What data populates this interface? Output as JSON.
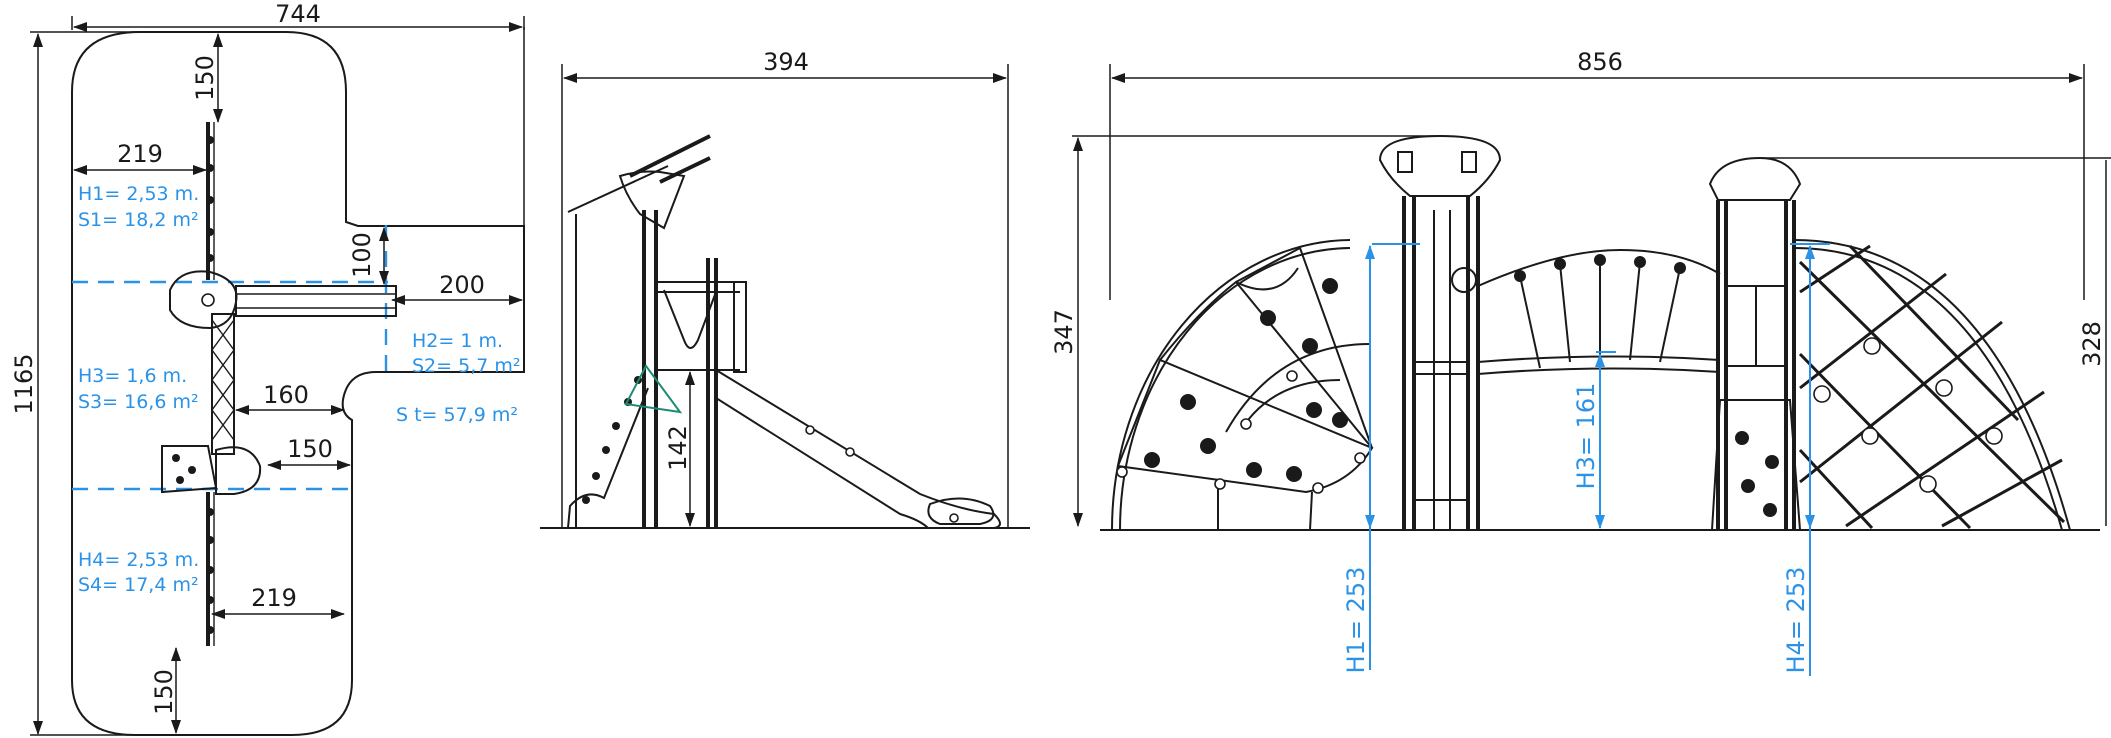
{
  "plan_view": {
    "width_dim": "744",
    "height_dim": "1165",
    "dim_top_150": "150",
    "dim_219_top": "219",
    "dim_100": "100",
    "dim_200": "200",
    "dim_160": "160",
    "dim_150_mid": "150",
    "dim_219_bottom": "219",
    "dim_bottom_150": "150",
    "zones": {
      "h1": "H1= 2,53 m.",
      "s1": "S1= 18,2 m²",
      "h2": "H2= 1 m.",
      "s2": "S2= 5,7 m²",
      "h3": "H3= 1,6 m.",
      "s3": "S3= 16,6 m²",
      "h4": "H4= 2,53 m.",
      "s4": "S4= 17,4 m²",
      "st": "S t= 57,9 m²"
    }
  },
  "side_view": {
    "width_dim": "394",
    "dim_142": "142"
  },
  "front_view": {
    "width_dim": "856",
    "height_left": "347",
    "height_right": "328",
    "h1_label": "H1= 253",
    "h3_label": "H3= 161",
    "h4_label": "H4= 253"
  },
  "colors": {
    "line": "#1a1a1a",
    "annotation": "#2a93e8"
  }
}
